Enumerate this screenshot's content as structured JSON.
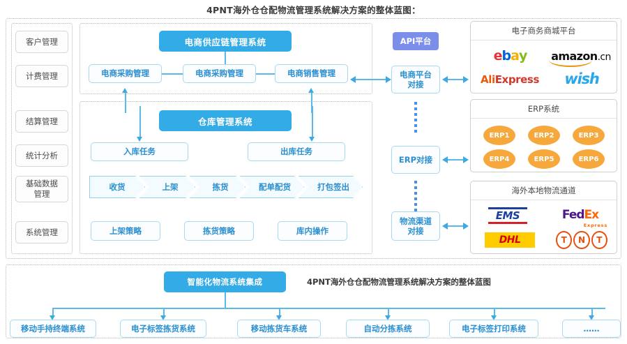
{
  "page": {
    "title": "4PNT海外仓仓配物流管理系统解决方案的整体蓝图：",
    "accent_blue": "#32abe6",
    "accent_purple": "#7b8ee9",
    "accent_orange": "#f6a83c",
    "outline_blue": "#a9d8f2",
    "text_blue": "#2b8fd0"
  },
  "sidebar": {
    "items": [
      {
        "label": "客户管理"
      },
      {
        "label": "计费管理"
      },
      {
        "label": "结算管理"
      },
      {
        "label": "统计分析"
      },
      {
        "label": "基础数据\n管理"
      },
      {
        "label": "系统管理"
      }
    ]
  },
  "supply_chain": {
    "header": "电商供应链管理系统",
    "nodes": [
      {
        "label": "电商采购管理"
      },
      {
        "label": "电商采购管理"
      },
      {
        "label": "电商销售管理"
      }
    ]
  },
  "warehouse": {
    "header": "仓库管理系统",
    "tasks": [
      {
        "label": "入库任务"
      },
      {
        "label": "出库任务"
      }
    ],
    "process": [
      {
        "label": "收货"
      },
      {
        "label": "上架"
      },
      {
        "label": "拣货"
      },
      {
        "label": "配单配货"
      },
      {
        "label": "打包签出"
      }
    ],
    "strategies": [
      {
        "label": "上架策略"
      },
      {
        "label": "拣货策略"
      },
      {
        "label": "库内操作"
      }
    ]
  },
  "api": {
    "header": "API平台",
    "adapters": [
      {
        "label": "电商平台\n对接"
      },
      {
        "label": "ERP对接"
      },
      {
        "label": "物流渠道\n对接"
      }
    ]
  },
  "integrations": [
    {
      "title": "电子商务商城平台",
      "logos": [
        {
          "name": "ebay-logo",
          "text": "ebay"
        },
        {
          "name": "amazon-logo",
          "text": "amazon.cn"
        },
        {
          "name": "aliexpress-logo",
          "text": "AliExpress"
        },
        {
          "name": "wish-logo",
          "text": "wish"
        }
      ]
    },
    {
      "title": "ERP系统",
      "items": [
        {
          "label": "ERP1"
        },
        {
          "label": "ERP2"
        },
        {
          "label": "ERP3"
        },
        {
          "label": "ERP4"
        },
        {
          "label": "ERP5"
        },
        {
          "label": "ERP6"
        }
      ]
    },
    {
      "title": "海外本地物流通道",
      "logos": [
        {
          "name": "ems-logo",
          "text": "EMS"
        },
        {
          "name": "fedex-logo",
          "text": "FedEx",
          "sub": "Express"
        },
        {
          "name": "dhl-logo",
          "text": "DHL"
        },
        {
          "name": "tnt-logo",
          "text": "TNT"
        }
      ]
    }
  ],
  "bottom": {
    "header": "智能化物流系统集成",
    "caption": "4PNT海外仓仓配物流管理系统解决方案的整体蓝图",
    "systems": [
      {
        "label": "移动手持终端系统"
      },
      {
        "label": "电子标签拣货系统"
      },
      {
        "label": "移动拣货车系统"
      },
      {
        "label": "自动分拣系统"
      },
      {
        "label": "电子标签打印系统"
      },
      {
        "label": "……"
      }
    ]
  }
}
